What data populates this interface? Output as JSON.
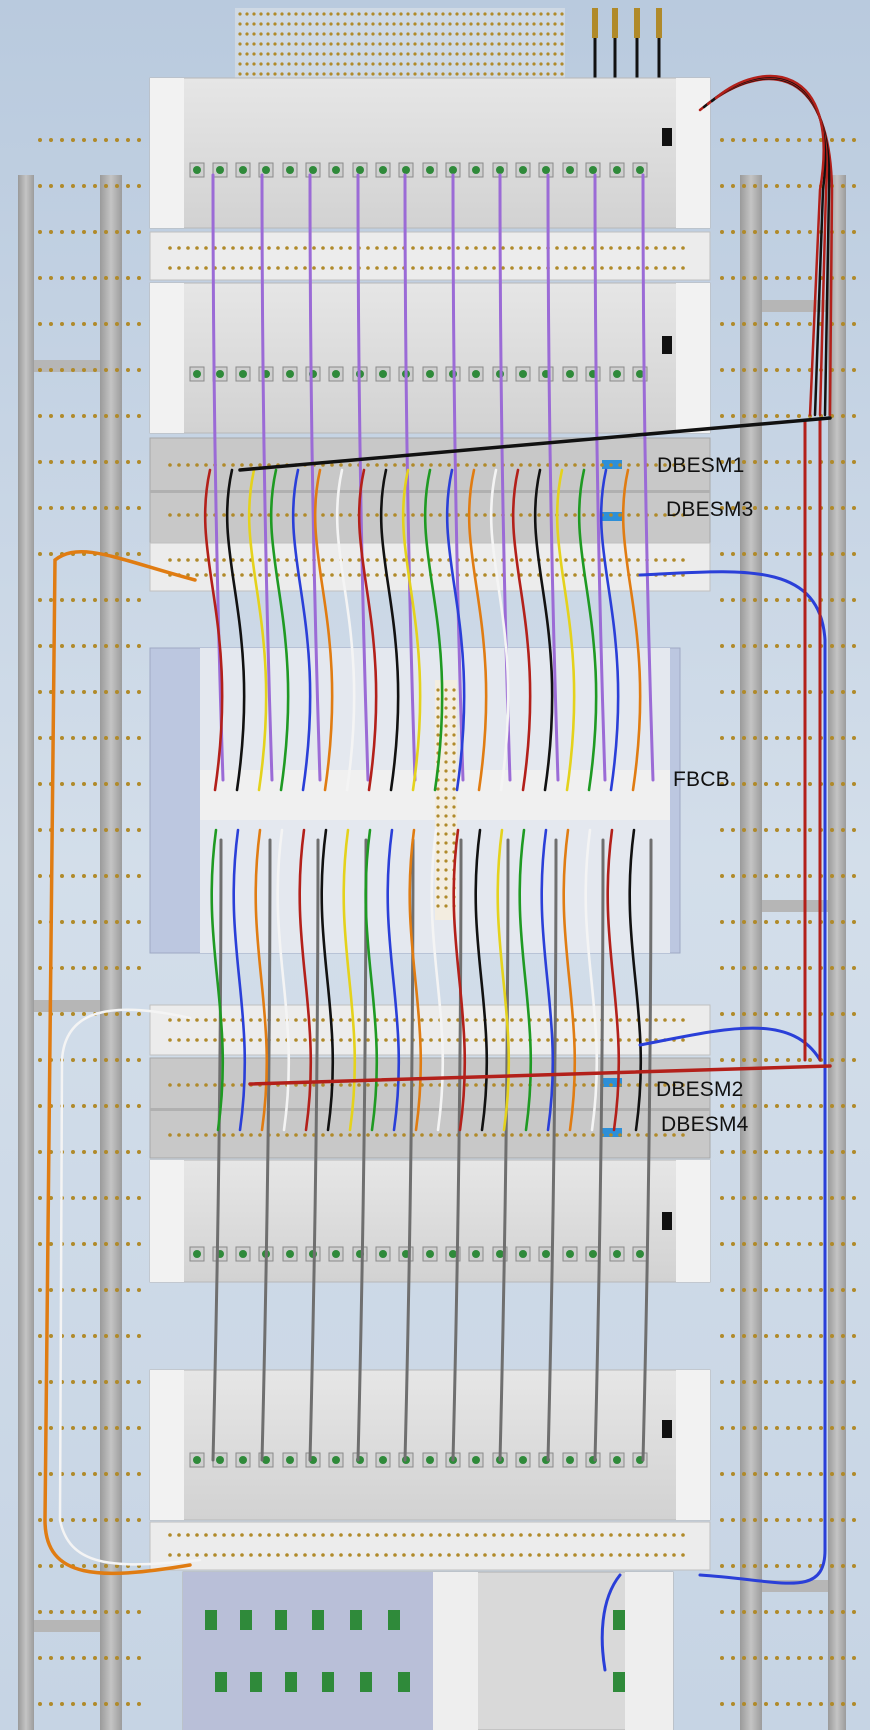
{
  "labels": {
    "dbesm1": "DBESM1",
    "dbesm3": "DBESM3",
    "fbcb": "FBCB",
    "dbesm2": "DBESM2",
    "dbesm4": "DBESM4"
  },
  "colors": {
    "background": "#c9d6e6",
    "rack_post": "#a9a9a9",
    "chassis": "#dcdcdc",
    "chassis_dark": "#c3c3c3",
    "breadboard_pin": "#b08a2a",
    "connector_green": "#2f8a3a",
    "cable_purple": "#9b6bd6",
    "cable_gray": "#6f6f6f",
    "cable_orange": "#e07c12",
    "cable_blue": "#2a3fd8",
    "cable_red": "#b3201a",
    "cable_black": "#111111",
    "cable_yellow": "#e4d21c",
    "cable_green": "#1f9a23",
    "cable_white": "#f4f4f4",
    "led_blue": "#2d8fd8"
  },
  "icons": [
    "rack-post-icon",
    "chassis-icon",
    "connector-icon",
    "breadboard-icon",
    "cable-icon"
  ]
}
